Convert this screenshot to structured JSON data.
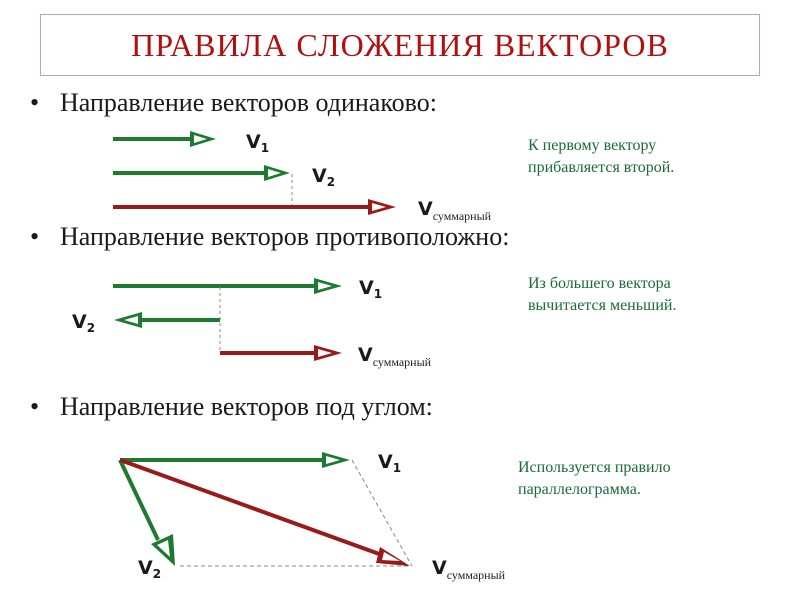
{
  "title": "ПРАВИЛА СЛОЖЕНИЯ ВЕКТОРОВ",
  "bullet": "•",
  "sections": [
    {
      "heading": "Направление векторов одинаково:",
      "note_line1": "К первому вектору",
      "note_line2": "прибавляется второй.",
      "labels": {
        "v1": "V",
        "v1_sub": "1",
        "v2": "V",
        "v2_sub": "2",
        "vs": "V",
        "vs_sub": "суммарный"
      }
    },
    {
      "heading": "Направление векторов противоположно:",
      "note_line1": "Из большего вектора",
      "note_line2": "вычитается меньший.",
      "labels": {
        "v1": "V",
        "v1_sub": "1",
        "v2": "V",
        "v2_sub": "2",
        "vs": "V",
        "vs_sub": "суммарный"
      }
    },
    {
      "heading": "Направление векторов под углом:",
      "note_line1": "Используется правило",
      "note_line2": "параллелограмма.",
      "labels": {
        "v1": "V",
        "v1_sub": "1",
        "v2": "V",
        "v2_sub": "2",
        "vs": "V",
        "vs_sub": "суммарный"
      }
    }
  ],
  "colors": {
    "green": "#1e7a2e",
    "red": "#9a1a1a",
    "dashed": "#888888",
    "title": "#b01010"
  }
}
